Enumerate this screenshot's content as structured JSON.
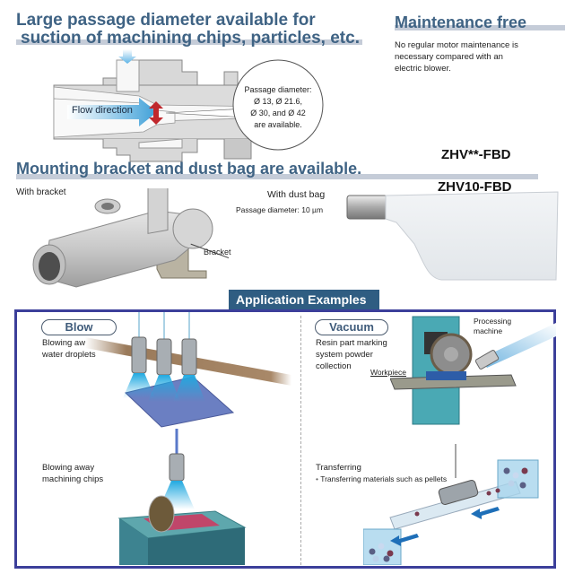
{
  "sections": {
    "passage": {
      "title_line1": "Large passage diameter available for",
      "title_line2": "suction of machining chips, particles, etc.",
      "diagram": {
        "flow_label": "Flow direction",
        "callout_line1": "Passage diameter:",
        "callout_line2": "Ø 13, Ø 21.6,",
        "callout_line3": "Ø 30, and Ø 42",
        "callout_line4": "are available."
      }
    },
    "maintenance": {
      "title": "Maintenance free",
      "line1": "No regular motor maintenance is",
      "line2": "necessary compared with an",
      "line3": "electric blower."
    },
    "mounting": {
      "title": "Mounting bracket and dust bag are available.",
      "model_generic": "ZHV**-FBD",
      "model_specific": "ZHV10-FBD",
      "with_bracket": "With bracket",
      "bracket_label": "Bracket",
      "with_dust_bag": "With dust bag",
      "dust_bag_spec": "Passage diameter: 10 µm"
    }
  },
  "applications": {
    "banner": "Application Examples",
    "blow": {
      "pill": "Blow",
      "example1_line1": "Blowing away",
      "example1_line2": "water droplets",
      "example2_line1": "Blowing away",
      "example2_line2": "machining chips"
    },
    "vacuum": {
      "pill": "Vacuum",
      "example1_line1": "Resin part marking",
      "example1_line2": "system powder",
      "example1_line3": "collection",
      "processing_line1": "Processing",
      "processing_line2": "machine",
      "workpiece": "Workpiece",
      "transfer_title": "Transferring",
      "transfer_bullet": "Transferring materials such as pellets"
    }
  },
  "colors": {
    "heading": "#3f6384",
    "underbar": "#c5ccd8",
    "banner": "#2f5d82",
    "box_border": "#3c3f9a",
    "flow_arrow": "#3fa0d8",
    "size_arrow": "#c0282d"
  }
}
